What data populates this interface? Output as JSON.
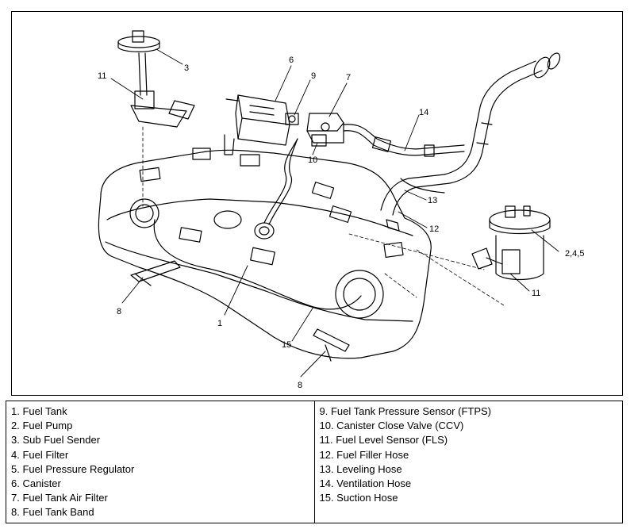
{
  "callouts": {
    "c1": "1",
    "c2": "2,4,5",
    "c3": "3",
    "c6": "6",
    "c7": "7",
    "c8a": "8",
    "c8b": "8",
    "c9": "9",
    "c10": "10",
    "c11a": "11",
    "c11b": "11",
    "c12": "12",
    "c13": "13",
    "c14": "14",
    "c15": "15"
  },
  "legend": {
    "left": [
      "1. Fuel Tank",
      "2. Fuel Pump",
      "3. Sub Fuel Sender",
      "4. Fuel Filter",
      "5. Fuel Pressure Regulator",
      "6. Canister",
      "7. Fuel Tank Air Filter",
      "8. Fuel Tank Band"
    ],
    "right": [
      "9. Fuel Tank Pressure Sensor (FTPS)",
      "10. Canister Close Valve (CCV)",
      "11. Fuel Level Sensor (FLS)",
      "12. Fuel Filler Hose",
      "13. Leveling Hose",
      "14. Ventilation Hose",
      "15. Suction Hose"
    ]
  }
}
